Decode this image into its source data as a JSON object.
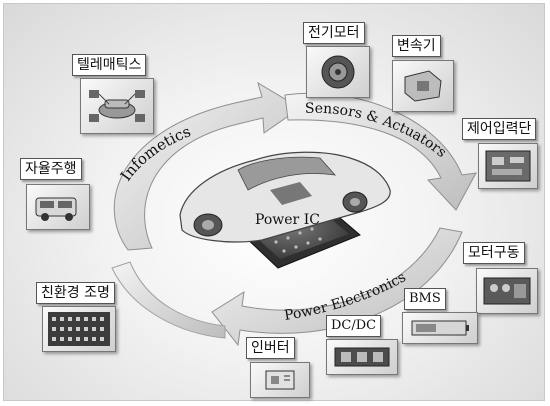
{
  "center": {
    "label": "Power IC"
  },
  "arcs": {
    "infometics": "Infometics",
    "sensors": "Sensors & Actuators",
    "power_electronics": "Power Electronics"
  },
  "nodes": [
    {
      "key": "telematics",
      "label": "텔레매틱스",
      "icon": "car-network-icon"
    },
    {
      "key": "autonomous",
      "label": "자율주행",
      "icon": "vehicle-icon"
    },
    {
      "key": "lighting",
      "label": "친환경 조명",
      "icon": "led-panel-icon"
    },
    {
      "key": "motor",
      "label": "전기모터",
      "icon": "motor-icon"
    },
    {
      "key": "transmission",
      "label": "변속기",
      "icon": "transmission-icon"
    },
    {
      "key": "control-input",
      "label": "제어입력단",
      "icon": "circuit-board-icon"
    },
    {
      "key": "motor-drive",
      "label": "모터구동",
      "icon": "driver-board-icon"
    },
    {
      "key": "bms",
      "label": "BMS",
      "icon": "battery-module-icon"
    },
    {
      "key": "dcdc",
      "label": "DC/DC",
      "icon": "converter-board-icon"
    },
    {
      "key": "inverter",
      "label": "인버터",
      "icon": "inverter-icon"
    }
  ]
}
